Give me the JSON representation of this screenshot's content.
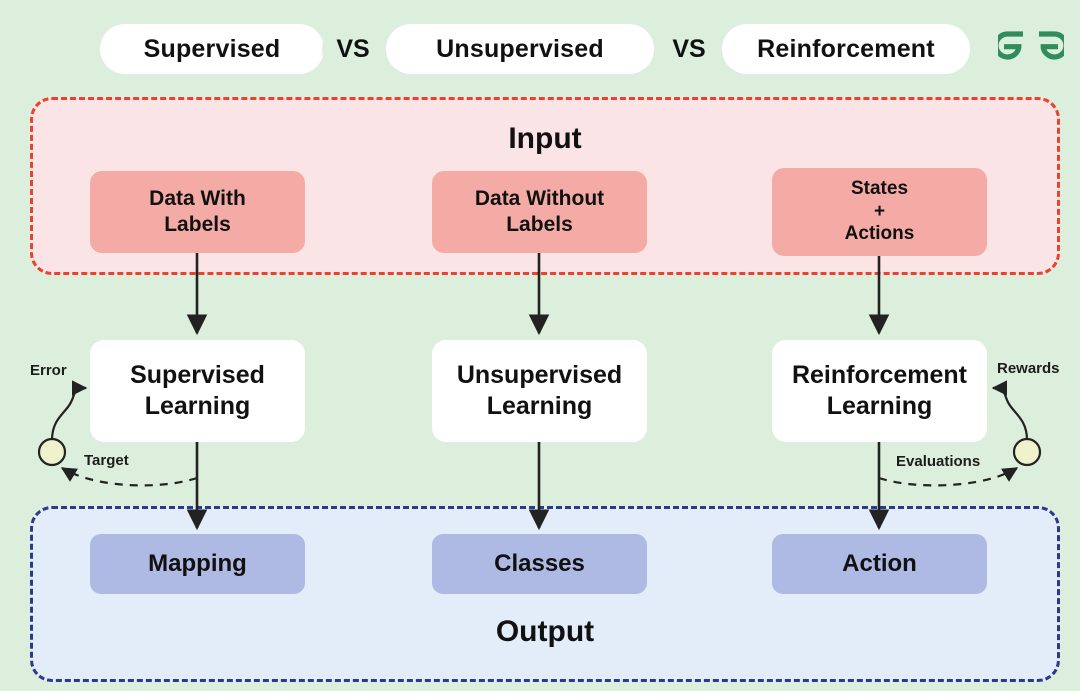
{
  "page": {
    "background_color": "#dcefdc",
    "brand_logo": "geeksforgeeks-logo",
    "brand_color": "#2f8d5b"
  },
  "header": {
    "comparison_items": [
      {
        "label": "Supervised"
      },
      {
        "label": "Unsupervised"
      },
      {
        "label": "Reinforcement"
      }
    ],
    "separators": [
      {
        "label": "VS"
      },
      {
        "label": "VS"
      }
    ]
  },
  "input_panel": {
    "title": "Input",
    "fill_color": "#fbe4e6",
    "border_color": "#e8432c",
    "box_color": "#f5aba5",
    "boxes": [
      {
        "line1": "Data With",
        "line2": "Labels",
        "line3": ""
      },
      {
        "line1": "Data Without",
        "line2": "Labels",
        "line3": ""
      },
      {
        "line1": "States",
        "line2": "+",
        "line3": "Actions"
      }
    ]
  },
  "middle_row": {
    "box_color": "#ffffff",
    "boxes": [
      {
        "line1": "Supervised",
        "line2": "Learning"
      },
      {
        "line1": "Unsupervised",
        "line2": "Learning"
      },
      {
        "line1": "Reinforcement",
        "line2": "Learning"
      }
    ],
    "annotations": {
      "left_feedback_in": "Error",
      "left_feedback_out": "Target",
      "right_feedback_in": "Rewards",
      "right_feedback_out": "Evaluations",
      "node_color": "#eff2cc"
    }
  },
  "output_panel": {
    "title": "Output",
    "fill_color": "#e3ecf9",
    "border_color": "#2b3a8f",
    "box_color": "#aebae4",
    "boxes": [
      {
        "label": "Mapping"
      },
      {
        "label": "Classes"
      },
      {
        "label": "Action"
      }
    ]
  }
}
